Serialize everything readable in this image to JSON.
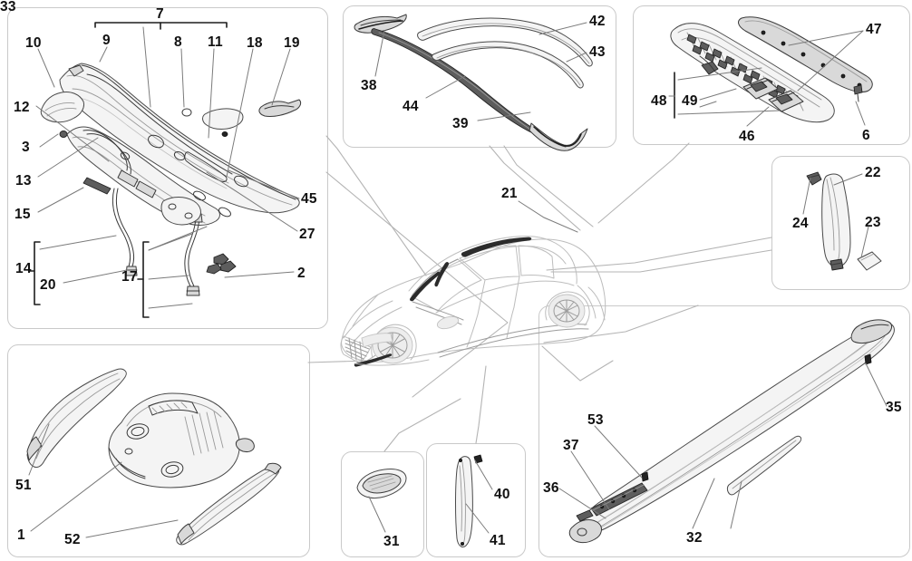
{
  "document": {
    "type": "exploded-parts-diagram",
    "subject": "Sedan exterior trims, mouldings and cowl components",
    "background_color": "#ffffff",
    "line_color": "#3a3a3a",
    "panel_border_color": "#c9c9c9"
  },
  "panels": [
    {
      "id": "cowl-panel",
      "name": "cowl-and-washer-assembly",
      "callouts": [
        "7",
        "10",
        "9",
        "8",
        "11",
        "18",
        "19",
        "12",
        "3",
        "13",
        "15",
        "45",
        "27",
        "14",
        "20",
        "17",
        "2"
      ]
    },
    {
      "id": "roof-moulding-panel",
      "name": "roof-and-windscreen-mouldings",
      "callouts": [
        "42",
        "43",
        "38",
        "44",
        "39"
      ]
    },
    {
      "id": "rear-shelf-panel",
      "name": "rear-parcel-shelf-trims",
      "callouts": [
        "47",
        "48",
        "49",
        "46",
        "6"
      ]
    },
    {
      "id": "b-pillar-panel",
      "name": "pillar-trim",
      "callouts": [
        "22",
        "24",
        "23"
      ]
    },
    {
      "id": "sill-panel",
      "name": "side-sill-mouldings",
      "callouts": [
        "53",
        "37",
        "36",
        "32",
        "33",
        "35"
      ]
    },
    {
      "id": "engine-cover-panel",
      "name": "engine-cover-and-trims",
      "callouts": [
        "51",
        "1",
        "52"
      ]
    },
    {
      "id": "handle-panel",
      "name": "small-cover-trim",
      "callouts": [
        "31"
      ]
    },
    {
      "id": "strip-panel",
      "name": "vertical-strip-trim",
      "callouts": [
        "40",
        "41"
      ]
    },
    {
      "id": "vehicle-panel",
      "name": "vehicle-overview",
      "callouts": [
        "21"
      ]
    }
  ],
  "callouts": {
    "cowl": {
      "c7": "7",
      "c10": "10",
      "c9": "9",
      "c8": "8",
      "c11": "11",
      "c18": "18",
      "c19": "19",
      "c12": "12",
      "c3": "3",
      "c13": "13",
      "c15": "15",
      "c45": "45",
      "c27": "27",
      "c14": "14",
      "c20": "20",
      "c17": "17",
      "c2": "2"
    },
    "roof": {
      "c42": "42",
      "c43": "43",
      "c38": "38",
      "c44": "44",
      "c39": "39"
    },
    "rear_shelf": {
      "c47": "47",
      "c48": "48",
      "c49": "49",
      "c46": "46",
      "c6": "6"
    },
    "pillar": {
      "c22": "22",
      "c24": "24",
      "c23": "23"
    },
    "sill": {
      "c53": "53",
      "c37": "37",
      "c36": "36",
      "c32": "32",
      "c33": "33",
      "c35": "35"
    },
    "engine": {
      "c51": "51",
      "c1": "1",
      "c52": "52"
    },
    "handle": {
      "c31": "31"
    },
    "strip": {
      "c40": "40",
      "c41": "41"
    },
    "vehicle": {
      "c21": "21"
    }
  }
}
